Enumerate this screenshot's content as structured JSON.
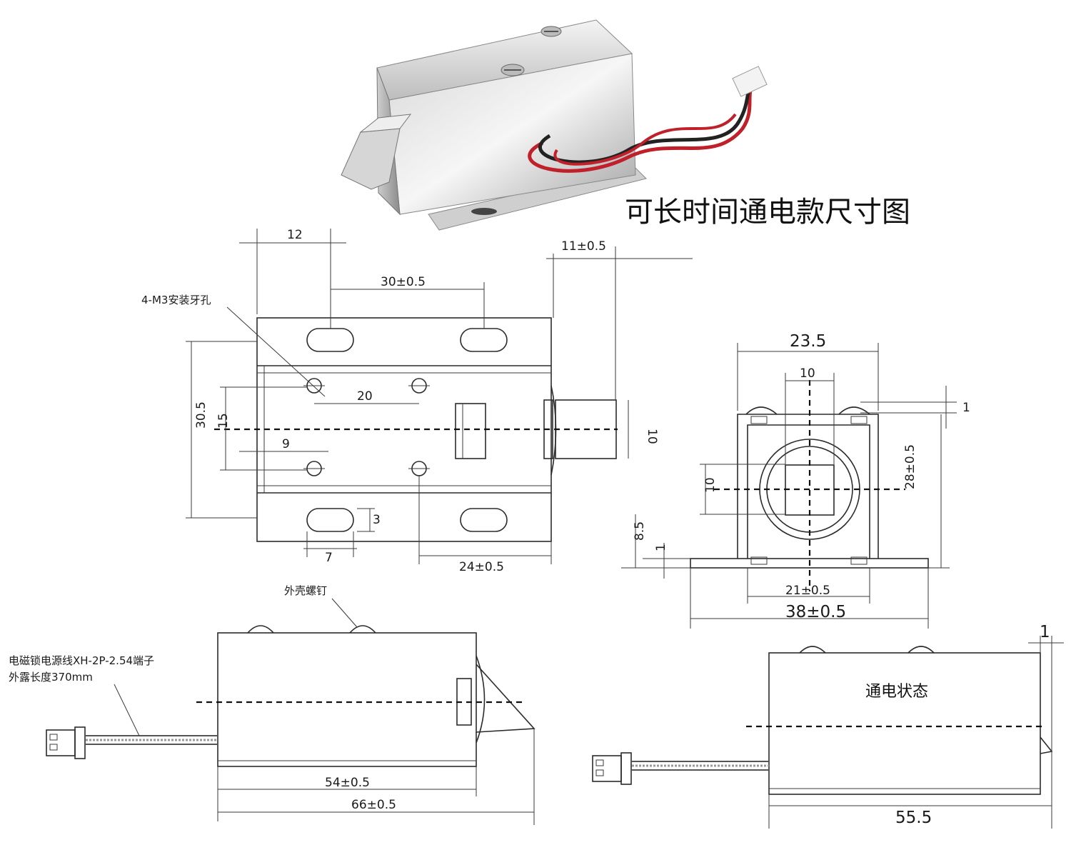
{
  "title": "可长时间通电款尺寸图",
  "top_view": {
    "dims": {
      "d12": "12",
      "d11": "11±0.5",
      "d30": "30±0.5",
      "d20": "20",
      "d30_5": "30.5",
      "d15": "15",
      "d9": "9",
      "d10": "10",
      "d3": "3",
      "d7": "7",
      "d24": "24±0.5"
    },
    "label_holes": "4-M3安装牙孔"
  },
  "end_view": {
    "dims": {
      "d23_5": "23.5",
      "d10_top": "10",
      "d1_right": "1",
      "d28": "28±0.5",
      "d10_left": "10",
      "d8_5": "8.5",
      "d1_left": "1",
      "d21": "21±0.5",
      "d38": "38±0.5"
    }
  },
  "side_view": {
    "label_screw": "外壳螺钉",
    "label_wire": "电磁锁电源线XH-2P-2.54端子",
    "label_wire_len": "外露长度370mm",
    "dims": {
      "d54": "54±0.5",
      "d66": "66±0.5"
    }
  },
  "energized_view": {
    "state_label": "通电状态",
    "dims": {
      "d1": "1",
      "d55_5": "55.5"
    }
  },
  "colors": {
    "line": "#2b2b2b",
    "metal_light": "#e8e8e8",
    "metal_dark": "#9a9a9a",
    "wire_red": "#c0202a",
    "wire_black": "#222222"
  }
}
